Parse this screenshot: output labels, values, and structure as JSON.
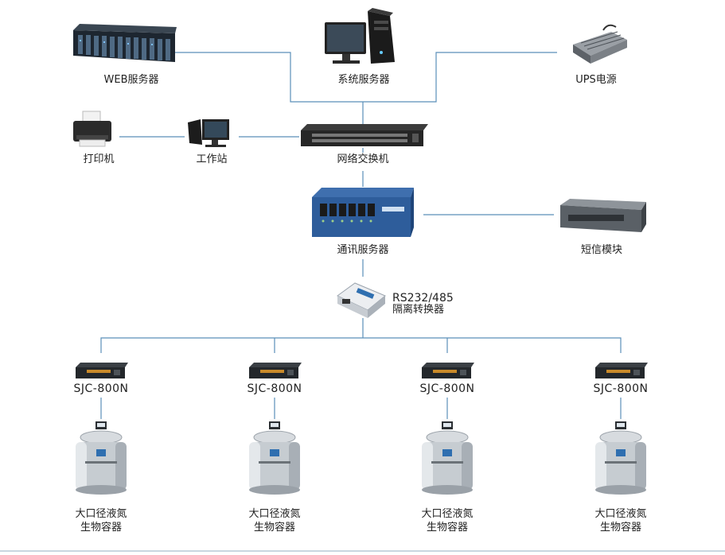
{
  "nodes": {
    "web_server": "WEB服务器",
    "system_server": "系统服务器",
    "ups": "UPS电源",
    "printer": "打印机",
    "workstation": "工作站",
    "switch": "网络交换机",
    "comm_server": "通讯服务器",
    "sms_module": "短信模块",
    "converter_line1": "RS232/485",
    "converter_line2": "隔离转换器"
  },
  "controllers": [
    {
      "model": "SJC-800N",
      "tank_line1": "大口径液氮",
      "tank_line2": "生物容器"
    },
    {
      "model": "SJC-800N",
      "tank_line1": "大口径液氮",
      "tank_line2": "生物容器"
    },
    {
      "model": "SJC-800N",
      "tank_line1": "大口径液氮",
      "tank_line2": "生物容器"
    },
    {
      "model": "SJC-800N",
      "tank_line1": "大口径液氮",
      "tank_line2": "生物容器"
    }
  ],
  "colors": {
    "line": "#5b8fb9",
    "device_dark": "#2a2e33",
    "tank_silver": "#c9ced3",
    "accent_blue": "#2f6fb0"
  }
}
